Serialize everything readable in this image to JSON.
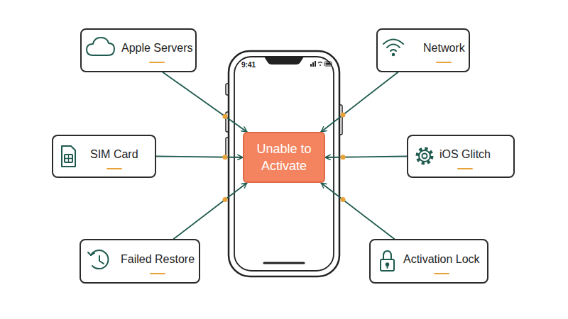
{
  "diagram": {
    "nodes": [
      {
        "text": [
          "Apple Servers"
        ]
      },
      {
        "text": [
          "Network"
        ]
      },
      {
        "text": [
          "SIM Card"
        ]
      },
      {
        "text": [
          "Unable to Activate"
        ]
      },
      {
        "text": [
          "iOS Glitch"
        ]
      },
      {
        "text": [
          "Failed Restore"
        ]
      },
      {
        "text": [
          "Activation Lock"
        ]
      }
    ],
    "edges": [
      {
        "from": 0,
        "to": 3,
        "arrow": "to"
      },
      {
        "from": 1,
        "to": 3,
        "arrow": "to"
      },
      {
        "from": 2,
        "to": 3,
        "arrow": "to"
      },
      {
        "from": 4,
        "to": 3,
        "arrow": "to"
      },
      {
        "from": 5,
        "to": 3,
        "arrow": "to"
      },
      {
        "from": 6,
        "to": 3,
        "arrow": "to"
      }
    ],
    "labels": [
      "9:41"
    ]
  }
}
